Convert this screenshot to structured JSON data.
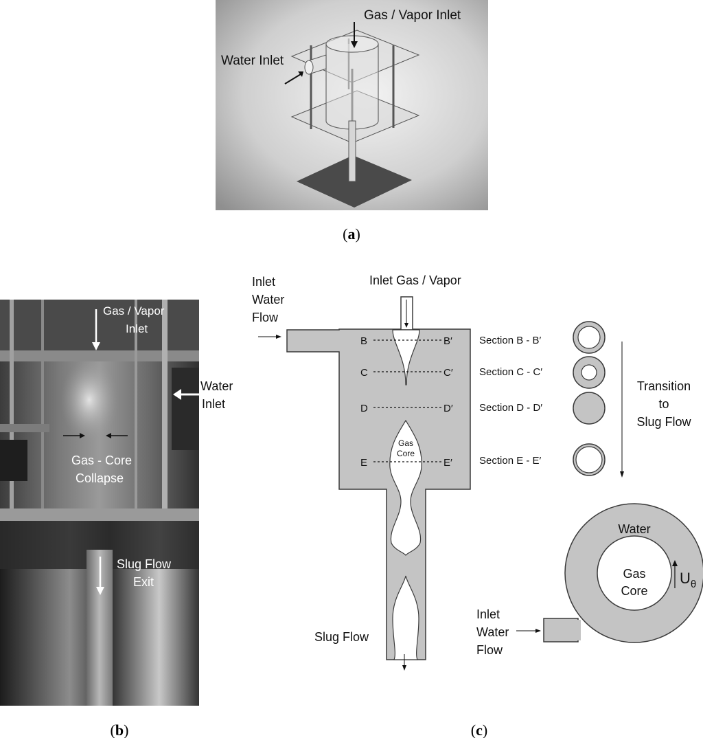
{
  "panel_a": {
    "caption_open": "(",
    "caption_letter": "a",
    "caption_close": ")",
    "gas_inlet": "Gas / Vapor Inlet",
    "water_inlet": "Water Inlet"
  },
  "panel_b": {
    "caption_open": "(",
    "caption_letter": "b",
    "caption_close": ")",
    "gas_inlet_line1": "Gas / Vapor",
    "gas_inlet_line2": "Inlet",
    "water_inlet_line1": "Water",
    "water_inlet_line2": "Inlet",
    "collapse_line1": "Gas - Core",
    "collapse_line2": "Collapse",
    "exit_line1": "Slug Flow",
    "exit_line2": "Exit"
  },
  "panel_c": {
    "caption_open": "(",
    "caption_letter": "c",
    "caption_close": ")",
    "inlet_gas": "Inlet Gas / Vapor",
    "inlet_water_line1": "Inlet",
    "inlet_water_line2": "Water",
    "inlet_water_line3": "Flow",
    "sections": [
      {
        "left": "B",
        "right": "B′",
        "label": "Section B - B′"
      },
      {
        "left": "C",
        "right": "C′",
        "label": "Section C - C′"
      },
      {
        "left": "D",
        "right": "D′",
        "label": "Section D - D′"
      },
      {
        "left": "E",
        "right": "E′",
        "label": "Section E - E′"
      }
    ],
    "gas_core_line1": "Gas",
    "gas_core_line2": "Core",
    "slug_flow": "Slug Flow",
    "transition_line1": "Transition",
    "transition_line2": "to",
    "transition_line3": "Slug Flow",
    "water": "Water",
    "core_line1": "Gas",
    "core_line2": "Core",
    "velocity_symbol": "U",
    "velocity_sub": "θ",
    "bottom_inlet_line1": "Inlet",
    "bottom_inlet_line2": "Water",
    "bottom_inlet_line3": "Flow"
  },
  "colors": {
    "fill_gray": "#c4c4c4",
    "stroke": "#3a3a3a",
    "photo_dark": "#2a2a2a"
  }
}
